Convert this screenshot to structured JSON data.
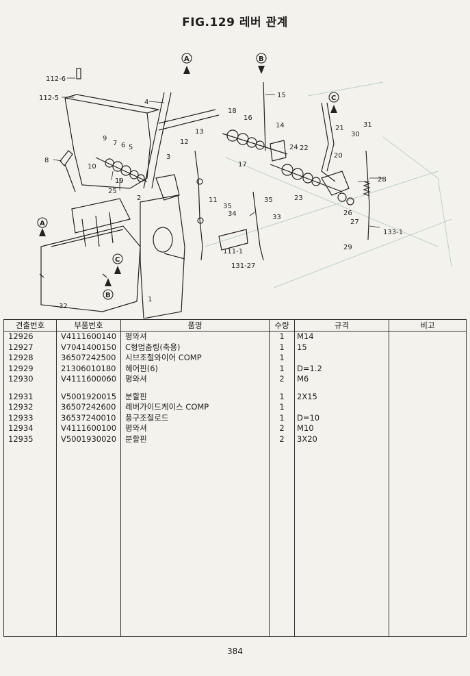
{
  "figure": {
    "title": "FIG.129 레버 관계"
  },
  "diagram": {
    "callouts": [
      "112-6",
      "112-5",
      "4",
      "3",
      "2",
      "1",
      "5",
      "6",
      "7",
      "8",
      "9",
      "10",
      "19",
      "25",
      "32",
      "11",
      "12",
      "13",
      "15",
      "16",
      "17",
      "18",
      "14",
      "24",
      "22",
      "20",
      "21",
      "23",
      "26",
      "27",
      "28",
      "29",
      "30",
      "31",
      "33",
      "34",
      "35",
      "111-1",
      "131-27",
      "133-1",
      "A",
      "B",
      "C"
    ]
  },
  "table": {
    "headers": [
      "견출번호",
      "부품번호",
      "품명",
      "수량",
      "규격",
      "비고"
    ],
    "rows": [
      {
        "no": "12926",
        "part": "V4111600140",
        "name": "평와셔",
        "qty": "1",
        "spec": "M14",
        "note": ""
      },
      {
        "no": "12927",
        "part": "V7041400150",
        "name": "C형멈춤링(축용)",
        "qty": "1",
        "spec": "15",
        "note": ""
      },
      {
        "no": "12928",
        "part": "36507242500",
        "name": "시브조절와이어 COMP",
        "qty": "1",
        "spec": "",
        "note": ""
      },
      {
        "no": "12929",
        "part": "21306010180",
        "name": "헤어핀(6)",
        "qty": "1",
        "spec": "D=1.2",
        "note": ""
      },
      {
        "no": "12930",
        "part": "V4111600060",
        "name": "평와셔",
        "qty": "2",
        "spec": "M6",
        "note": ""
      },
      {
        "no": "12931",
        "part": "V5001920015",
        "name": "분할핀",
        "qty": "1",
        "spec": "2X15",
        "note": ""
      },
      {
        "no": "12932",
        "part": "36507242600",
        "name": "레버가이드케이스 COMP",
        "qty": "1",
        "spec": "",
        "note": ""
      },
      {
        "no": "12933",
        "part": "36537240010",
        "name": "풍구조절로드",
        "qty": "1",
        "spec": "D=10",
        "note": ""
      },
      {
        "no": "12934",
        "part": "V4111600100",
        "name": "평와셔",
        "qty": "2",
        "spec": "M10",
        "note": ""
      },
      {
        "no": "12935",
        "part": "V5001930020",
        "name": "분할핀",
        "qty": "2",
        "spec": "3X20",
        "note": ""
      }
    ]
  },
  "footer": {
    "page_number": "384"
  }
}
